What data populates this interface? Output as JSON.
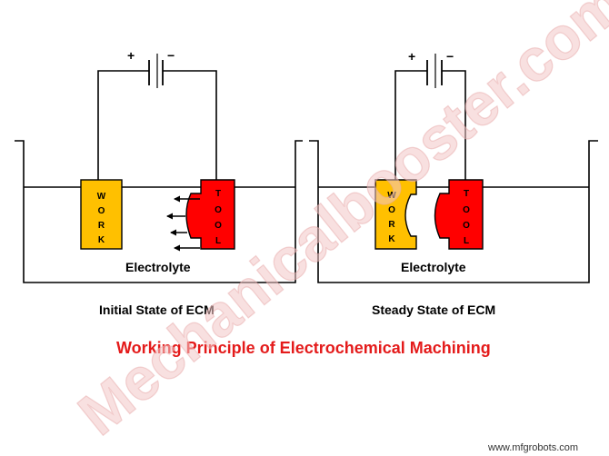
{
  "watermark": "Mechanicalbooster.com",
  "credit": "www.mfgrobots.com",
  "title": "Working Principle of Electrochemical Machining",
  "colors": {
    "tool": "#ff0000",
    "work": "#ffc000",
    "title": "#e41b1b",
    "line": "#000000",
    "watermark": "#f2c7c7"
  },
  "battery": {
    "plus": "+",
    "minus": "−"
  },
  "work_letters": [
    "W",
    "O",
    "R",
    "K"
  ],
  "tool_letters": [
    "T",
    "O",
    "O",
    "L"
  ],
  "panels": [
    {
      "caption": "Initial State of ECM",
      "electrolyte": "Electrolyte",
      "state": "initial"
    },
    {
      "caption": "Steady State of ECM",
      "electrolyte": "Electrolyte",
      "state": "steady"
    }
  ]
}
